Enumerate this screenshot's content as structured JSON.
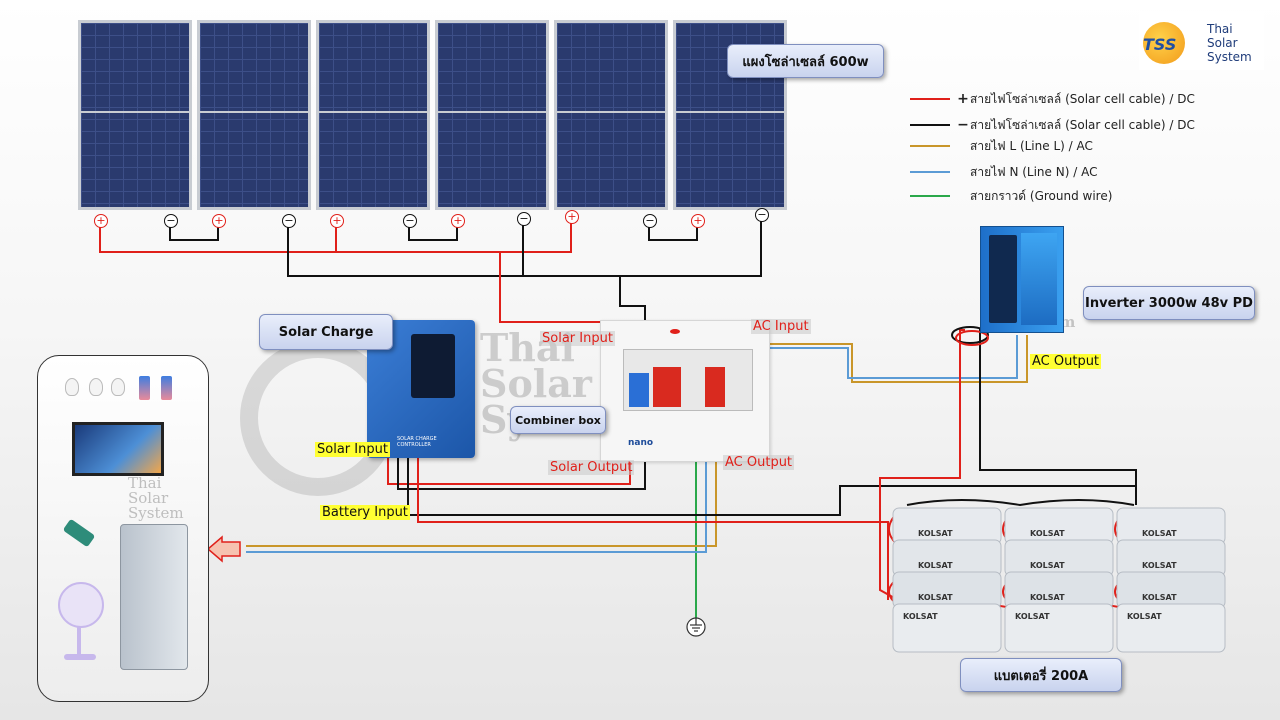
{
  "logo": {
    "line1": "Thai",
    "line2": "Solar",
    "line3": "System",
    "mark": "TSS"
  },
  "solar_panels": {
    "label": "แผงโซล่าเซลล์ 600w",
    "count": 6
  },
  "legend": [
    {
      "sign": "+",
      "text": "สายไฟโซล่าเซลล์ (Solar cell cable) / DC",
      "color": "#e0201a"
    },
    {
      "sign": "−",
      "text": "สายไฟโซล่าเซลล์ (Solar cell cable) / DC",
      "color": "#111111"
    },
    {
      "sign": "",
      "text": "สายไฟ L (Line L) / AC",
      "color": "#c9962a"
    },
    {
      "sign": "",
      "text": "สายไฟ N (Line N) / AC",
      "color": "#5b9bd5"
    },
    {
      "sign": "",
      "text": "สายกราวด์ (Ground wire)",
      "color": "#2aa84a"
    }
  ],
  "inverter": {
    "label": "Inverter 3000w 48v PD"
  },
  "solar_charge": {
    "label": "Solar Charge",
    "device_text": "SOLAR CHARGE CONTROLLER"
  },
  "combiner": {
    "label": "Combiner box",
    "brand": "nano"
  },
  "labels": {
    "solar_input_red": "Solar Input",
    "ac_input": "AC Input",
    "solar_output": "Solar Output",
    "ac_output_red": "AC Output",
    "ac_output_yel": "AC Output",
    "solar_input_yel": "Solar Input",
    "battery_input": "Battery Input"
  },
  "battery": {
    "label": "แบตเตอรี่ 200A",
    "brand": "KOLSAT"
  },
  "watermark": {
    "line1": "Thai",
    "line2": "Solar",
    "line3": "System"
  },
  "polarity": {
    "plus": "+",
    "minus": "−"
  }
}
